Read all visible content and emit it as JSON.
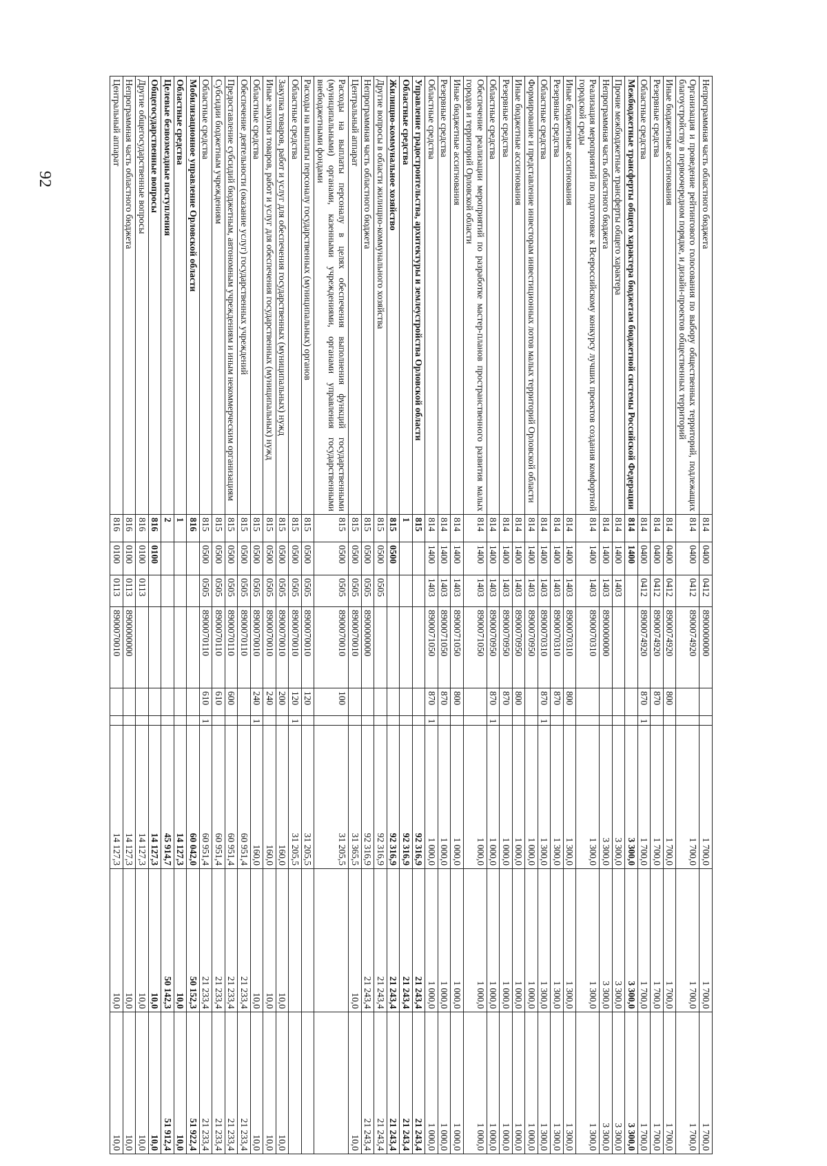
{
  "page_number": "92",
  "rows": [
    {
      "name": "Непрограммная часть областного бюджета",
      "gr": "814",
      "rz": "0400",
      "pr": "0412",
      "cs": "8900000000",
      "vr": "",
      "fl": "",
      "v1": "1 700,0",
      "v2": "1 700,0",
      "v3": "1 700,0",
      "bold": false
    },
    {
      "name": "Организация и проведение рейтингового голосования по выбору общественных территорий, подлежащих благоустройству в первоочередном порядке, и дизайн-проектов общественных территорий",
      "gr": "814",
      "rz": "0400",
      "pr": "0412",
      "cs": "8900074920",
      "vr": "",
      "fl": "",
      "v1": "1 700,0",
      "v2": "1 700,0",
      "v3": "1 700,0",
      "bold": false
    },
    {
      "name": "Иные бюджетные ассигнования",
      "gr": "814",
      "rz": "0400",
      "pr": "0412",
      "cs": "8900074920",
      "vr": "800",
      "fl": "",
      "v1": "1 700,0",
      "v2": "1 700,0",
      "v3": "1 700,0",
      "bold": false
    },
    {
      "name": "Резервные средства",
      "gr": "814",
      "rz": "0400",
      "pr": "0412",
      "cs": "8900074920",
      "vr": "870",
      "fl": "",
      "v1": "1 700,0",
      "v2": "1 700,0",
      "v3": "1 700,0",
      "bold": false
    },
    {
      "name": "Областные средства",
      "gr": "814",
      "rz": "0400",
      "pr": "0412",
      "cs": "8900074920",
      "vr": "870",
      "fl": "1",
      "v1": "1 700,0",
      "v2": "1 700,0",
      "v3": "1 700,0",
      "bold": false
    },
    {
      "name": "Межбюджетные трансферты общего характера бюджетам бюджетной системы Российской Федерации",
      "gr": "814",
      "rz": "1400",
      "pr": "",
      "cs": "",
      "vr": "",
      "fl": "",
      "v1": "3 300,0",
      "v2": "3 300,0",
      "v3": "3 300,0",
      "bold": true
    },
    {
      "name": "Прочие межбюджетные трансферты общего характера",
      "gr": "814",
      "rz": "1400",
      "pr": "1403",
      "cs": "",
      "vr": "",
      "fl": "",
      "v1": "3 300,0",
      "v2": "3 300,0",
      "v3": "3 300,0",
      "bold": false
    },
    {
      "name": "Непрограммная часть областного бюджета",
      "gr": "814",
      "rz": "1400",
      "pr": "1403",
      "cs": "8900000000",
      "vr": "",
      "fl": "",
      "v1": "3 300,0",
      "v2": "3 300,0",
      "v3": "3 300,0",
      "bold": false
    },
    {
      "name": "Реализация мероприятий по подготовке к Всероссийскому конкурсу лучших проектов создания комфортной городской среды",
      "gr": "814",
      "rz": "1400",
      "pr": "1403",
      "cs": "8900070310",
      "vr": "",
      "fl": "",
      "v1": "1 300,0",
      "v2": "1 300,0",
      "v3": "1 300,0",
      "bold": false
    },
    {
      "name": "Иные бюджетные ассигнования",
      "gr": "814",
      "rz": "1400",
      "pr": "1403",
      "cs": "8900070310",
      "vr": "800",
      "fl": "",
      "v1": "1 300,0",
      "v2": "1 300,0",
      "v3": "1 300,0",
      "bold": false
    },
    {
      "name": "Резервные средства",
      "gr": "814",
      "rz": "1400",
      "pr": "1403",
      "cs": "8900070310",
      "vr": "870",
      "fl": "",
      "v1": "1 300,0",
      "v2": "1 300,0",
      "v3": "1 300,0",
      "bold": false
    },
    {
      "name": "Областные средства",
      "gr": "814",
      "rz": "1400",
      "pr": "1403",
      "cs": "8900070310",
      "vr": "870",
      "fl": "1",
      "v1": "1 300,0",
      "v2": "1 300,0",
      "v3": "1 300,0",
      "bold": false
    },
    {
      "name": "Формирование и представление инвесторам инвестиционных лотов малых территорий Орловской области",
      "gr": "814",
      "rz": "1400",
      "pr": "1403",
      "cs": "8900070950",
      "vr": "",
      "fl": "",
      "v1": "1 000,0",
      "v2": "1 000,0",
      "v3": "1 000,0",
      "bold": false
    },
    {
      "name": "Иные бюджетные ассигнования",
      "gr": "814",
      "rz": "1400",
      "pr": "1403",
      "cs": "8900070950",
      "vr": "800",
      "fl": "",
      "v1": "1 000,0",
      "v2": "1 000,0",
      "v3": "1 000,0",
      "bold": false
    },
    {
      "name": "Резервные средства",
      "gr": "814",
      "rz": "1400",
      "pr": "1403",
      "cs": "8900070950",
      "vr": "870",
      "fl": "",
      "v1": "1 000,0",
      "v2": "1 000,0",
      "v3": "1 000,0",
      "bold": false
    },
    {
      "name": "Областные средства",
      "gr": "814",
      "rz": "1400",
      "pr": "1403",
      "cs": "8900070950",
      "vr": "870",
      "fl": "1",
      "v1": "1 000,0",
      "v2": "1 000,0",
      "v3": "1 000,0",
      "bold": false
    },
    {
      "name": "Обеспечение реализации мероприятий по разработке мастер-планов пространственного развития малых городов и территорий Орловской области",
      "gr": "814",
      "rz": "1400",
      "pr": "1403",
      "cs": "8900071050",
      "vr": "",
      "fl": "",
      "v1": "1 000,0",
      "v2": "1 000,0",
      "v3": "1 000,0",
      "bold": false
    },
    {
      "name": "Иные бюджетные ассигнования",
      "gr": "814",
      "rz": "1400",
      "pr": "1403",
      "cs": "8900071050",
      "vr": "800",
      "fl": "",
      "v1": "1 000,0",
      "v2": "1 000,0",
      "v3": "1 000,0",
      "bold": false
    },
    {
      "name": "Резервные средства",
      "gr": "814",
      "rz": "1400",
      "pr": "1403",
      "cs": "8900071050",
      "vr": "870",
      "fl": "",
      "v1": "1 000,0",
      "v2": "1 000,0",
      "v3": "1 000,0",
      "bold": false
    },
    {
      "name": "Областные средства",
      "gr": "814",
      "rz": "1400",
      "pr": "1403",
      "cs": "8900071050",
      "vr": "870",
      "fl": "1",
      "v1": "1 000,0",
      "v2": "1 000,0",
      "v3": "1 000,0",
      "bold": false
    },
    {
      "name": "Управление градостроительства, архитектуры и землеустройства Орловской области",
      "gr": "815",
      "rz": "",
      "pr": "",
      "cs": "",
      "vr": "",
      "fl": "",
      "v1": "92 316,9",
      "v2": "21 243,4",
      "v3": "21 243,4",
      "bold": true
    },
    {
      "name": "Областные средства",
      "gr": "1",
      "rz": "",
      "pr": "",
      "cs": "",
      "vr": "",
      "fl": "",
      "v1": "92 316,9",
      "v2": "21 243,4",
      "v3": "21 243,4",
      "bold": true
    },
    {
      "name": "Жилищно-коммунальное хозяйство",
      "gr": "815",
      "rz": "0500",
      "pr": "",
      "cs": "",
      "vr": "",
      "fl": "",
      "v1": "92 316,9",
      "v2": "21 243,4",
      "v3": "21 243,4",
      "bold": true
    },
    {
      "name": "Другие вопросы в области жилищно-коммунального хозяйства",
      "gr": "815",
      "rz": "0500",
      "pr": "0505",
      "cs": "",
      "vr": "",
      "fl": "",
      "v1": "92 316,9",
      "v2": "21 243,4",
      "v3": "21 243,4",
      "bold": false
    },
    {
      "name": "Непрограммная часть областного бюджета",
      "gr": "815",
      "rz": "0500",
      "pr": "0505",
      "cs": "8900000000",
      "vr": "",
      "fl": "",
      "v1": "92 316,9",
      "v2": "21 243,4",
      "v3": "21 243,4",
      "bold": false
    },
    {
      "name": "Центральный аппарат",
      "gr": "815",
      "rz": "0500",
      "pr": "0505",
      "cs": "8900070010",
      "vr": "",
      "fl": "",
      "v1": "31 365,5",
      "v2": "10,0",
      "v3": "10,0",
      "bold": false
    },
    {
      "name": "Расходы на выплаты персоналу в целях обеспечения выполнения функций государственными (муниципальными) органами, казенными учреждениями, органами управления государственными внебюджетными фондами",
      "gr": "815",
      "rz": "0500",
      "pr": "0505",
      "cs": "8900070010",
      "vr": "100",
      "fl": "",
      "v1": "31 205,5",
      "v2": "",
      "v3": "",
      "bold": false
    },
    {
      "name": "Расходы на выплаты персоналу государственных (муниципальных) органов",
      "gr": "815",
      "rz": "0500",
      "pr": "0505",
      "cs": "8900070010",
      "vr": "120",
      "fl": "",
      "v1": "31 205,5",
      "v2": "",
      "v3": "",
      "bold": false
    },
    {
      "name": "Областные средства",
      "gr": "815",
      "rz": "0500",
      "pr": "0505",
      "cs": "8900070010",
      "vr": "120",
      "fl": "1",
      "v1": "31 205,5",
      "v2": "",
      "v3": "",
      "bold": false
    },
    {
      "name": "Закупка товаров, работ и услуг для обеспечения государственных (муниципальных) нужд",
      "gr": "815",
      "rz": "0500",
      "pr": "0505",
      "cs": "8900070010",
      "vr": "200",
      "fl": "",
      "v1": "160,0",
      "v2": "10,0",
      "v3": "10,0",
      "bold": false
    },
    {
      "name": "Иные закупки товаров, работ и услуг для обеспечения государственных (муниципальных) нужд",
      "gr": "815",
      "rz": "0500",
      "pr": "0505",
      "cs": "8900070010",
      "vr": "240",
      "fl": "",
      "v1": "160,0",
      "v2": "10,0",
      "v3": "10,0",
      "bold": false
    },
    {
      "name": "Областные средства",
      "gr": "815",
      "rz": "0500",
      "pr": "0505",
      "cs": "8900070010",
      "vr": "240",
      "fl": "1",
      "v1": "160,0",
      "v2": "10,0",
      "v3": "10,0",
      "bold": false
    },
    {
      "name": "Обеспечение деятельности (оказание услуг) государственных учреждений",
      "gr": "815",
      "rz": "0500",
      "pr": "0505",
      "cs": "8900070110",
      "vr": "",
      "fl": "",
      "v1": "60 951,4",
      "v2": "21 233,4",
      "v3": "21 233,4",
      "bold": false
    },
    {
      "name": "Предоставление субсидий бюджетным, автономным учреждениям и иным некоммерческим организациям",
      "gr": "815",
      "rz": "0500",
      "pr": "0505",
      "cs": "8900070110",
      "vr": "600",
      "fl": "",
      "v1": "60 951,4",
      "v2": "21 233,4",
      "v3": "21 233,4",
      "bold": false
    },
    {
      "name": "Субсидии бюджетным учреждениям",
      "gr": "815",
      "rz": "0500",
      "pr": "0505",
      "cs": "8900070110",
      "vr": "610",
      "fl": "",
      "v1": "60 951,4",
      "v2": "21 233,4",
      "v3": "21 233,4",
      "bold": false
    },
    {
      "name": "Областные средства",
      "gr": "815",
      "rz": "0500",
      "pr": "0505",
      "cs": "8900070110",
      "vr": "610",
      "fl": "1",
      "v1": "60 951,4",
      "v2": "21 233,4",
      "v3": "21 233,4",
      "bold": false
    },
    {
      "name": "Мобилизационное управление Орловской области",
      "gr": "816",
      "rz": "",
      "pr": "",
      "cs": "",
      "vr": "",
      "fl": "",
      "v1": "60 042,0",
      "v2": "50 152,3",
      "v3": "51 922,4",
      "bold": true
    },
    {
      "name": "Областные средства",
      "gr": "1",
      "rz": "",
      "pr": "",
      "cs": "",
      "vr": "",
      "fl": "",
      "v1": "14 127,3",
      "v2": "10,0",
      "v3": "10,0",
      "bold": true
    },
    {
      "name": "Целевые безвозмездные поступления",
      "gr": "2",
      "rz": "",
      "pr": "",
      "cs": "",
      "vr": "",
      "fl": "",
      "v1": "45 914,7",
      "v2": "50 142,3",
      "v3": "51 912,4",
      "bold": true
    },
    {
      "name": "Общегосударственные вопросы",
      "gr": "816",
      "rz": "0100",
      "pr": "",
      "cs": "",
      "vr": "",
      "fl": "",
      "v1": "14 127,3",
      "v2": "10,0",
      "v3": "10,0",
      "bold": true
    },
    {
      "name": "Другие общегосударственные вопросы",
      "gr": "816",
      "rz": "0100",
      "pr": "0113",
      "cs": "",
      "vr": "",
      "fl": "",
      "v1": "14 127,3",
      "v2": "10,0",
      "v3": "10,0",
      "bold": false
    },
    {
      "name": "Непрограммная часть областного бюджета",
      "gr": "816",
      "rz": "0100",
      "pr": "0113",
      "cs": "8900000000",
      "vr": "",
      "fl": "",
      "v1": "14 127,3",
      "v2": "10,0",
      "v3": "10,0",
      "bold": false
    },
    {
      "name": "Центральный аппарат",
      "gr": "816",
      "rz": "0100",
      "pr": "0113",
      "cs": "8900070010",
      "vr": "",
      "fl": "",
      "v1": "14 127,3",
      "v2": "10,0",
      "v3": "10,0",
      "bold": false
    }
  ]
}
